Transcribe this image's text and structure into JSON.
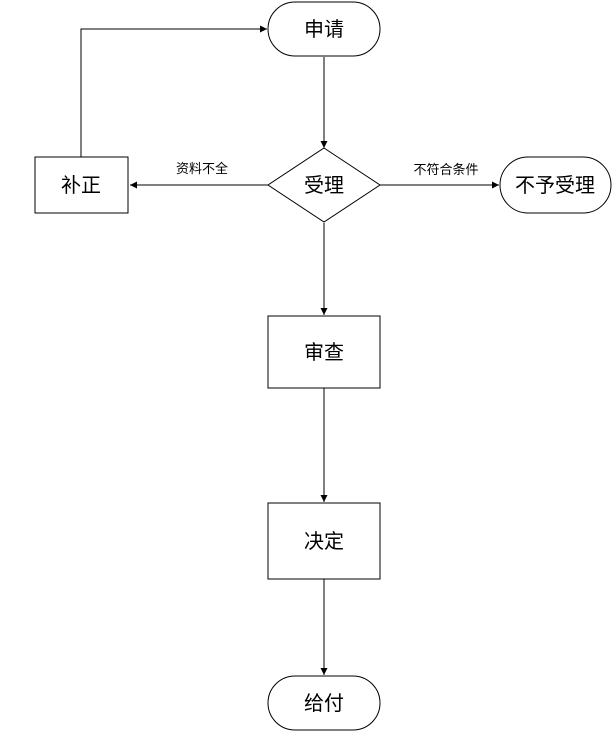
{
  "nodes": {
    "apply": {
      "label": "申请",
      "shape": "terminal"
    },
    "accept": {
      "label": "受理",
      "shape": "decision"
    },
    "correct": {
      "label": "补正",
      "shape": "process"
    },
    "reject": {
      "label": "不予受理",
      "shape": "terminal"
    },
    "review": {
      "label": "审查",
      "shape": "process"
    },
    "decide": {
      "label": "决定",
      "shape": "process"
    },
    "issue": {
      "label": "给付",
      "shape": "terminal"
    }
  },
  "edges": [
    {
      "from": "apply",
      "to": "accept",
      "label": ""
    },
    {
      "from": "accept",
      "to": "correct",
      "label": "资料不全"
    },
    {
      "from": "accept",
      "to": "reject",
      "label": "不符合条件"
    },
    {
      "from": "correct",
      "to": "apply",
      "label": ""
    },
    {
      "from": "accept",
      "to": "review",
      "label": ""
    },
    {
      "from": "review",
      "to": "decide",
      "label": ""
    },
    {
      "from": "decide",
      "to": "issue",
      "label": ""
    }
  ],
  "colors": {
    "stroke": "#000000",
    "fill": "#ffffff",
    "text": "#000000"
  }
}
